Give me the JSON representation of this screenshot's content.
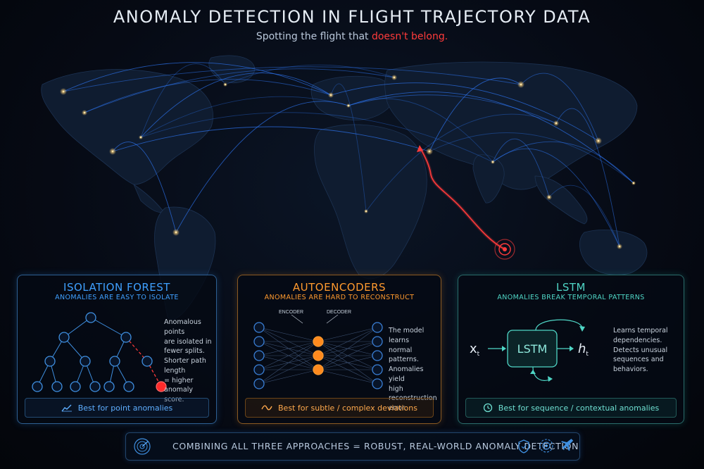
{
  "header": {
    "title": "ANOMALY DETECTION IN FLIGHT TRAJECTORY DATA",
    "subtitle_prefix": "Spotting the flight that ",
    "subtitle_highlight": "doesn't belong."
  },
  "colors": {
    "isolation_forest": "#3fa0ff",
    "autoencoders": "#ff9a2e",
    "lstm": "#4fd6c6",
    "anomaly": "#ff3b3b",
    "routes": "#2f7bff"
  },
  "panels": {
    "isolation_forest": {
      "title": "ISOLATION FOREST",
      "subtitle": "Anomalies are easy to isolate",
      "description": [
        "Anomalous points",
        "are isolated in",
        "fewer splits.",
        "Shorter path length",
        "= higher anomaly",
        "score."
      ],
      "footer": "Best for point anomalies",
      "footer_icon": "trend-line-icon"
    },
    "autoencoders": {
      "title": "AUTOENCODERS",
      "subtitle": "Anomalies are hard to reconstruct",
      "encoder_label": "ENCODER",
      "decoder_label": "DECODER",
      "description": [
        "The model learns",
        "normal patterns.",
        "Anomalies yield",
        "high reconstruction",
        "error."
      ],
      "footer": "Best for subtle / complex deviations",
      "footer_icon": "wave-icon"
    },
    "lstm": {
      "title": "LSTM",
      "subtitle": "Anomalies break temporal patterns",
      "cell_label": "LSTM",
      "input_label": "x",
      "input_sub": "t",
      "output_label": "h",
      "output_sub": "t",
      "description": [
        "Learns temporal",
        "dependencies.",
        "Detects unusual",
        "sequences and",
        "behaviors."
      ],
      "footer": "Best for sequence / contextual anomalies",
      "footer_icon": "clock-icon"
    }
  },
  "banner": {
    "text": "COMBINING ALL THREE APPROACHES = ROBUST, REAL-WORLD ANOMALY DETECTION",
    "icons": [
      "radar-icon",
      "shield-icon",
      "target-icon",
      "airplane-icon"
    ]
  }
}
